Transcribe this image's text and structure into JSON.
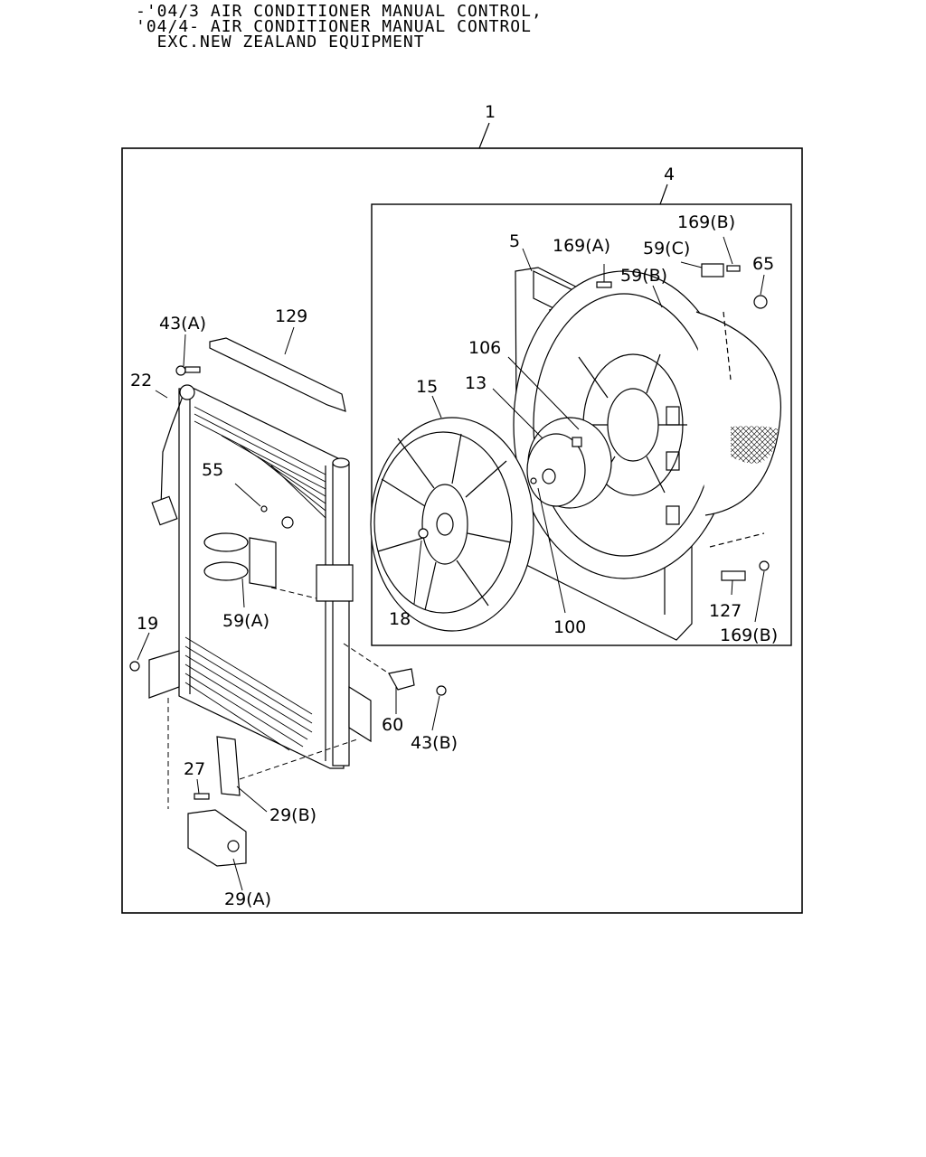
{
  "header": {
    "line1": "-'04/3 AIR CONDITIONER MANUAL CONTROL,",
    "line2": "'04/4- AIR CONDITIONER MANUAL CONTROL",
    "line3": "  EXC.NEW ZEALAND EQUIPMENT"
  },
  "labels": {
    "assembly": "1",
    "fan_assembly": "4",
    "shroud": "5",
    "fan": "15",
    "motor": "13",
    "hub": "106",
    "nut": "18",
    "washer": "100",
    "bolt_169a": "169(A)",
    "clip_59c": "59(C)",
    "clip_59b": "59(B)",
    "bolt_169b_top": "169(B)",
    "bolt_65": "65",
    "bracket_127": "127",
    "bolt_169b_bottom": "169(B)",
    "bolt_43a": "43(A)",
    "cover_129": "129",
    "pipe_22": "22",
    "oring_55": "55",
    "clamp_59a": "59(A)",
    "washer_19": "19",
    "clip_60": "60",
    "bolt_43b": "43(B)",
    "bolt_27": "27",
    "bracket_29b": "29(B)",
    "bracket_29a": "29(A)"
  }
}
